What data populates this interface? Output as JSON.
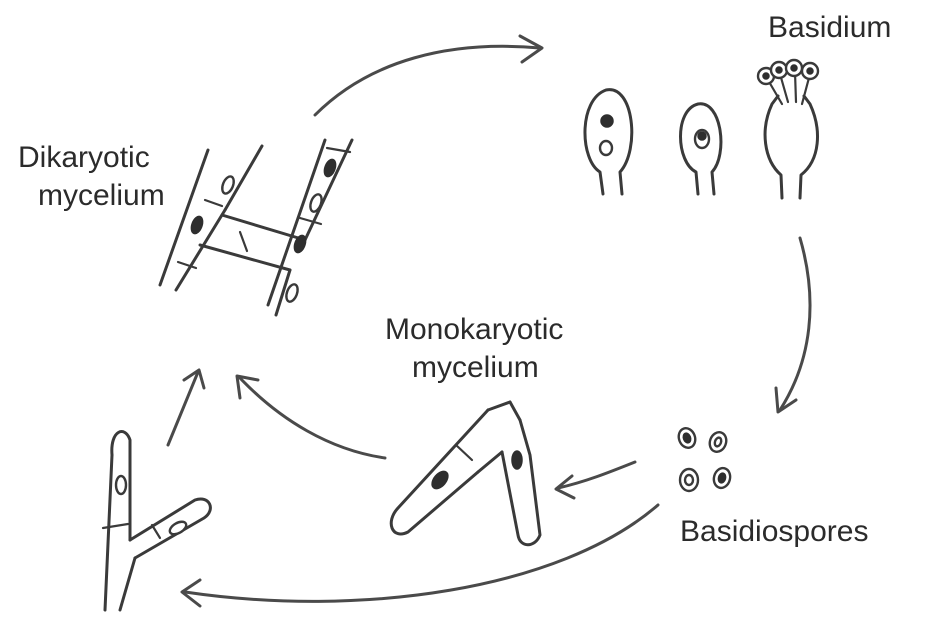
{
  "labels": {
    "basidium": "Basidium",
    "dikaryotic_line1": "Dikaryotic",
    "dikaryotic_line2": "mycelium",
    "monokaryotic_line1": "Monokaryotic",
    "monokaryotic_line2": "mycelium",
    "basidiospores": "Basidiospores"
  },
  "colors": {
    "ink": "#3a3a3a",
    "background": "#ffffff"
  }
}
